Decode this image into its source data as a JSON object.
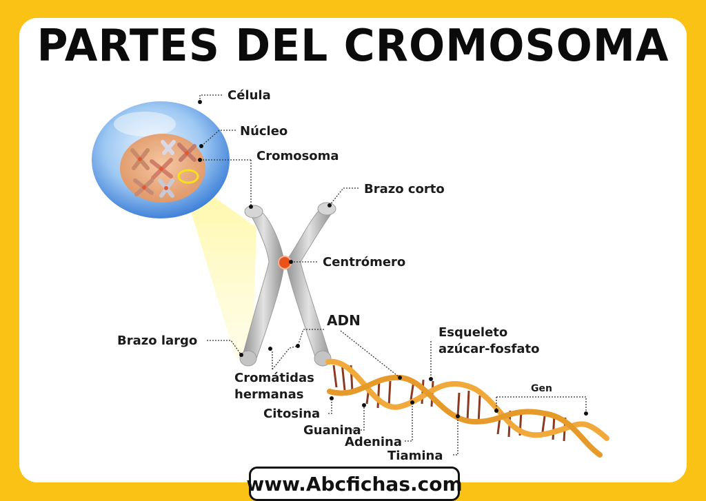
{
  "title": "PARTES DEL CROMOSOMA",
  "footer": "www.Abcfichas.com",
  "labels": {
    "celula": "Célula",
    "nucleo": "Núcleo",
    "cromosoma": "Cromosoma",
    "brazo_corto": "Brazo corto",
    "centromero": "Centrómero",
    "adn": "ADN",
    "esqueleto_1": "Esqueleto",
    "esqueleto_2": "azúcar-fosfato",
    "brazo_largo": "Brazo largo",
    "cromatidas_1": "Cromátidas",
    "cromatidas_2": "hermanas",
    "citosina": "Citosina",
    "guanina": "Guanina",
    "adenina": "Adenina",
    "tiamina": "Tiamina",
    "gen": "Gen"
  },
  "colors": {
    "background": "#fbc216",
    "panel": "#ffffff",
    "cell": "#3f86df",
    "nucleus": "#e7a677",
    "chromosome": "#b9b9b9",
    "centromere": "#e8521c",
    "dna_strand": "#f0a93a",
    "base_pair": "#8a3a22"
  }
}
